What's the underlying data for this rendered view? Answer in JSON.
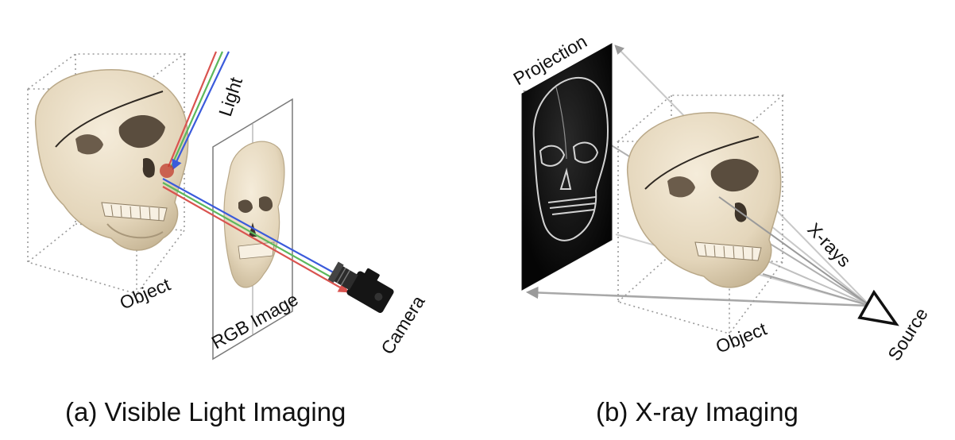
{
  "panel_a": {
    "caption": "(a) Visible Light Imaging",
    "labels": {
      "object": "Object",
      "light": "Light",
      "rgb_image": "RGB Image",
      "camera": "Camera"
    },
    "ray_colors": {
      "red": "#d9534f",
      "green": "#5cb85c",
      "blue": "#3b5bdb"
    }
  },
  "panel_b": {
    "caption": "(b) X-ray Imaging",
    "labels": {
      "projection": "Projection",
      "xrays": "X-rays",
      "object": "Object",
      "source": "Source"
    }
  },
  "colors": {
    "bone": "#efe4cf",
    "bone_shadow": "#cdbfa4",
    "bone_dark": "#5a4d3e",
    "xray_bg": "#0b0b0b",
    "xray_bone": "#e6e6e6",
    "ray_gray": "#b5b5b5",
    "box_dots": "#9a9a9a"
  }
}
